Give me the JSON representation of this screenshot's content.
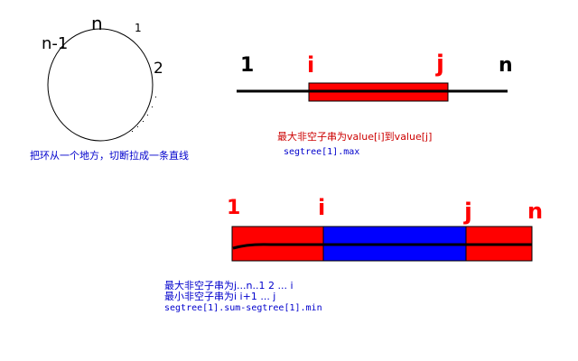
{
  "circle_labels": {
    "n_minus_1": "n-1",
    "n": "n",
    "one": "1",
    "two": "2"
  },
  "caption_circle": "把环从一个地方，切断拉成一条直线",
  "top_line_labels": {
    "one": "1",
    "i": "i",
    "j": "j",
    "n": "n"
  },
  "top_caption": {
    "line1": "最大非空子串为value[i]到value[j]",
    "line2": "segtree[1].max"
  },
  "bottom_bar_labels": {
    "one": "1",
    "i": "i",
    "j": "j",
    "n": "n"
  },
  "bottom_caption": {
    "line1": "最大非空子串为j...n..1 2 ... i",
    "line2": "最小非空子串为i i+1 ... j",
    "line3": "segtree[1].sum-segtree[1].min"
  },
  "colors": {
    "red": "#ff0000",
    "blue": "#0000ff",
    "red_text": "#cc0000",
    "blue_text": "#0000cc"
  }
}
